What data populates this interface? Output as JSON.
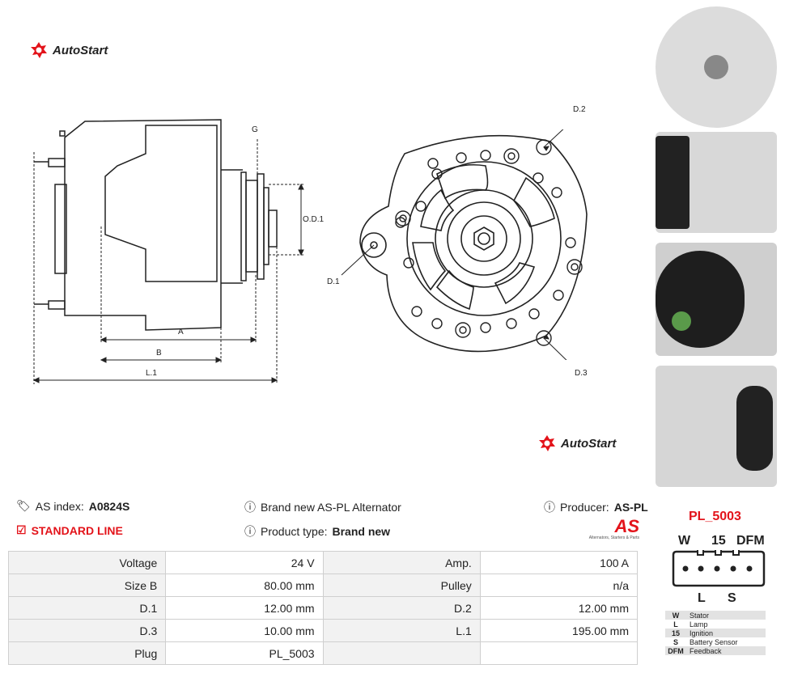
{
  "brand": {
    "logo_text": "AutoStart"
  },
  "info": {
    "as_index_label": "AS index:",
    "as_index_value": "A0824S",
    "line_label": "STANDARD LINE",
    "brand_new_text": "Brand new AS-PL Alternator",
    "product_type_label": "Product type:",
    "product_type_value": "Brand new",
    "producer_label": "Producer:",
    "producer_value": "AS-PL",
    "producer_logo": "AS",
    "producer_tagline": "Alternators, Starters & Parts"
  },
  "drawing": {
    "labels": {
      "g": "G",
      "od1": "O.D.1",
      "a": "A",
      "b": "B",
      "l1": "L.1",
      "d1": "D.1",
      "d2": "D.2",
      "d3": "D.3"
    }
  },
  "plug": {
    "title": "PL_5003",
    "top_pins": [
      "W",
      "15",
      "DFM"
    ],
    "bottom_pins": [
      "L",
      "S"
    ],
    "legend": [
      {
        "key": "W",
        "value": "Stator"
      },
      {
        "key": "L",
        "value": "Lamp"
      },
      {
        "key": "15",
        "value": "Ignition"
      },
      {
        "key": "S",
        "value": "Battery Sensor"
      },
      {
        "key": "DFM",
        "value": "Feedback"
      }
    ]
  },
  "specs": [
    {
      "l1": "Voltage",
      "v1": "24 V",
      "l2": "Amp.",
      "v2": "100 A"
    },
    {
      "l1": "Size B",
      "v1": "80.00 mm",
      "l2": "Pulley",
      "v2": "n/a"
    },
    {
      "l1": "D.1",
      "v1": "12.00 mm",
      "l2": "D.2",
      "v2": "12.00 mm"
    },
    {
      "l1": "D.3",
      "v1": "10.00 mm",
      "l2": "L.1",
      "v2": "195.00 mm"
    },
    {
      "l1": "Plug",
      "v1": "PL_5003",
      "l2": "",
      "v2": ""
    }
  ],
  "colors": {
    "accent": "#e3131a",
    "line": "#222222",
    "table_label_bg": "#f2f2f2"
  }
}
